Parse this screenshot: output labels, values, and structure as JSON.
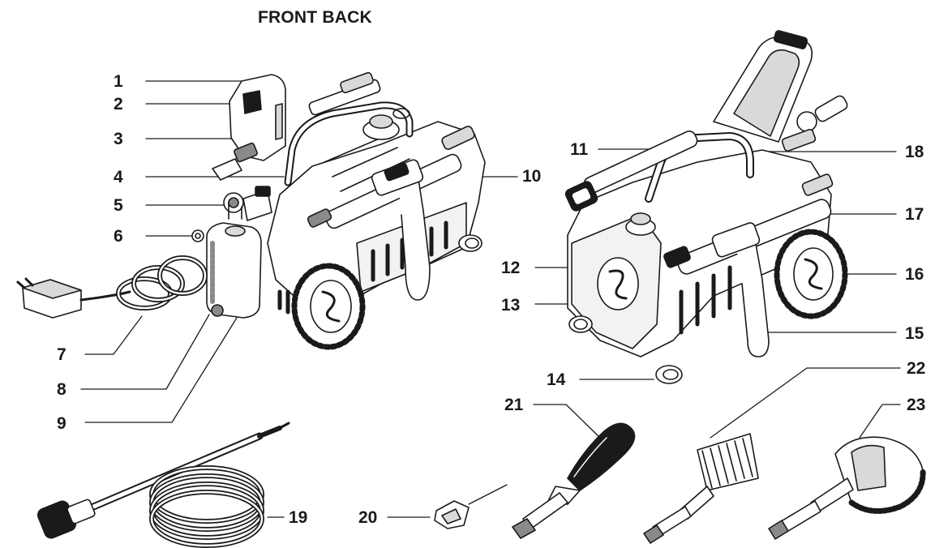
{
  "title": "FRONT BACK",
  "callouts": [
    {
      "n": "1"
    },
    {
      "n": "2"
    },
    {
      "n": "3"
    },
    {
      "n": "4"
    },
    {
      "n": "5"
    },
    {
      "n": "6"
    },
    {
      "n": "7"
    },
    {
      "n": "8"
    },
    {
      "n": "9"
    },
    {
      "n": "10"
    },
    {
      "n": "11"
    },
    {
      "n": "12"
    },
    {
      "n": "13"
    },
    {
      "n": "14"
    },
    {
      "n": "15"
    },
    {
      "n": "16"
    },
    {
      "n": "17"
    },
    {
      "n": "18"
    },
    {
      "n": "19"
    },
    {
      "n": "20"
    },
    {
      "n": "21"
    },
    {
      "n": "22"
    },
    {
      "n": "23"
    }
  ],
  "colors": {
    "line": "#1a1a1a",
    "shade": "#8a8a8a",
    "light": "#d9d9d9"
  },
  "icons": [
    "pressure-washer-front",
    "pressure-washer-back",
    "hose-and-wand",
    "nozzle-clip",
    "turbo-nozzle",
    "scrub-brush",
    "rotating-brush"
  ]
}
